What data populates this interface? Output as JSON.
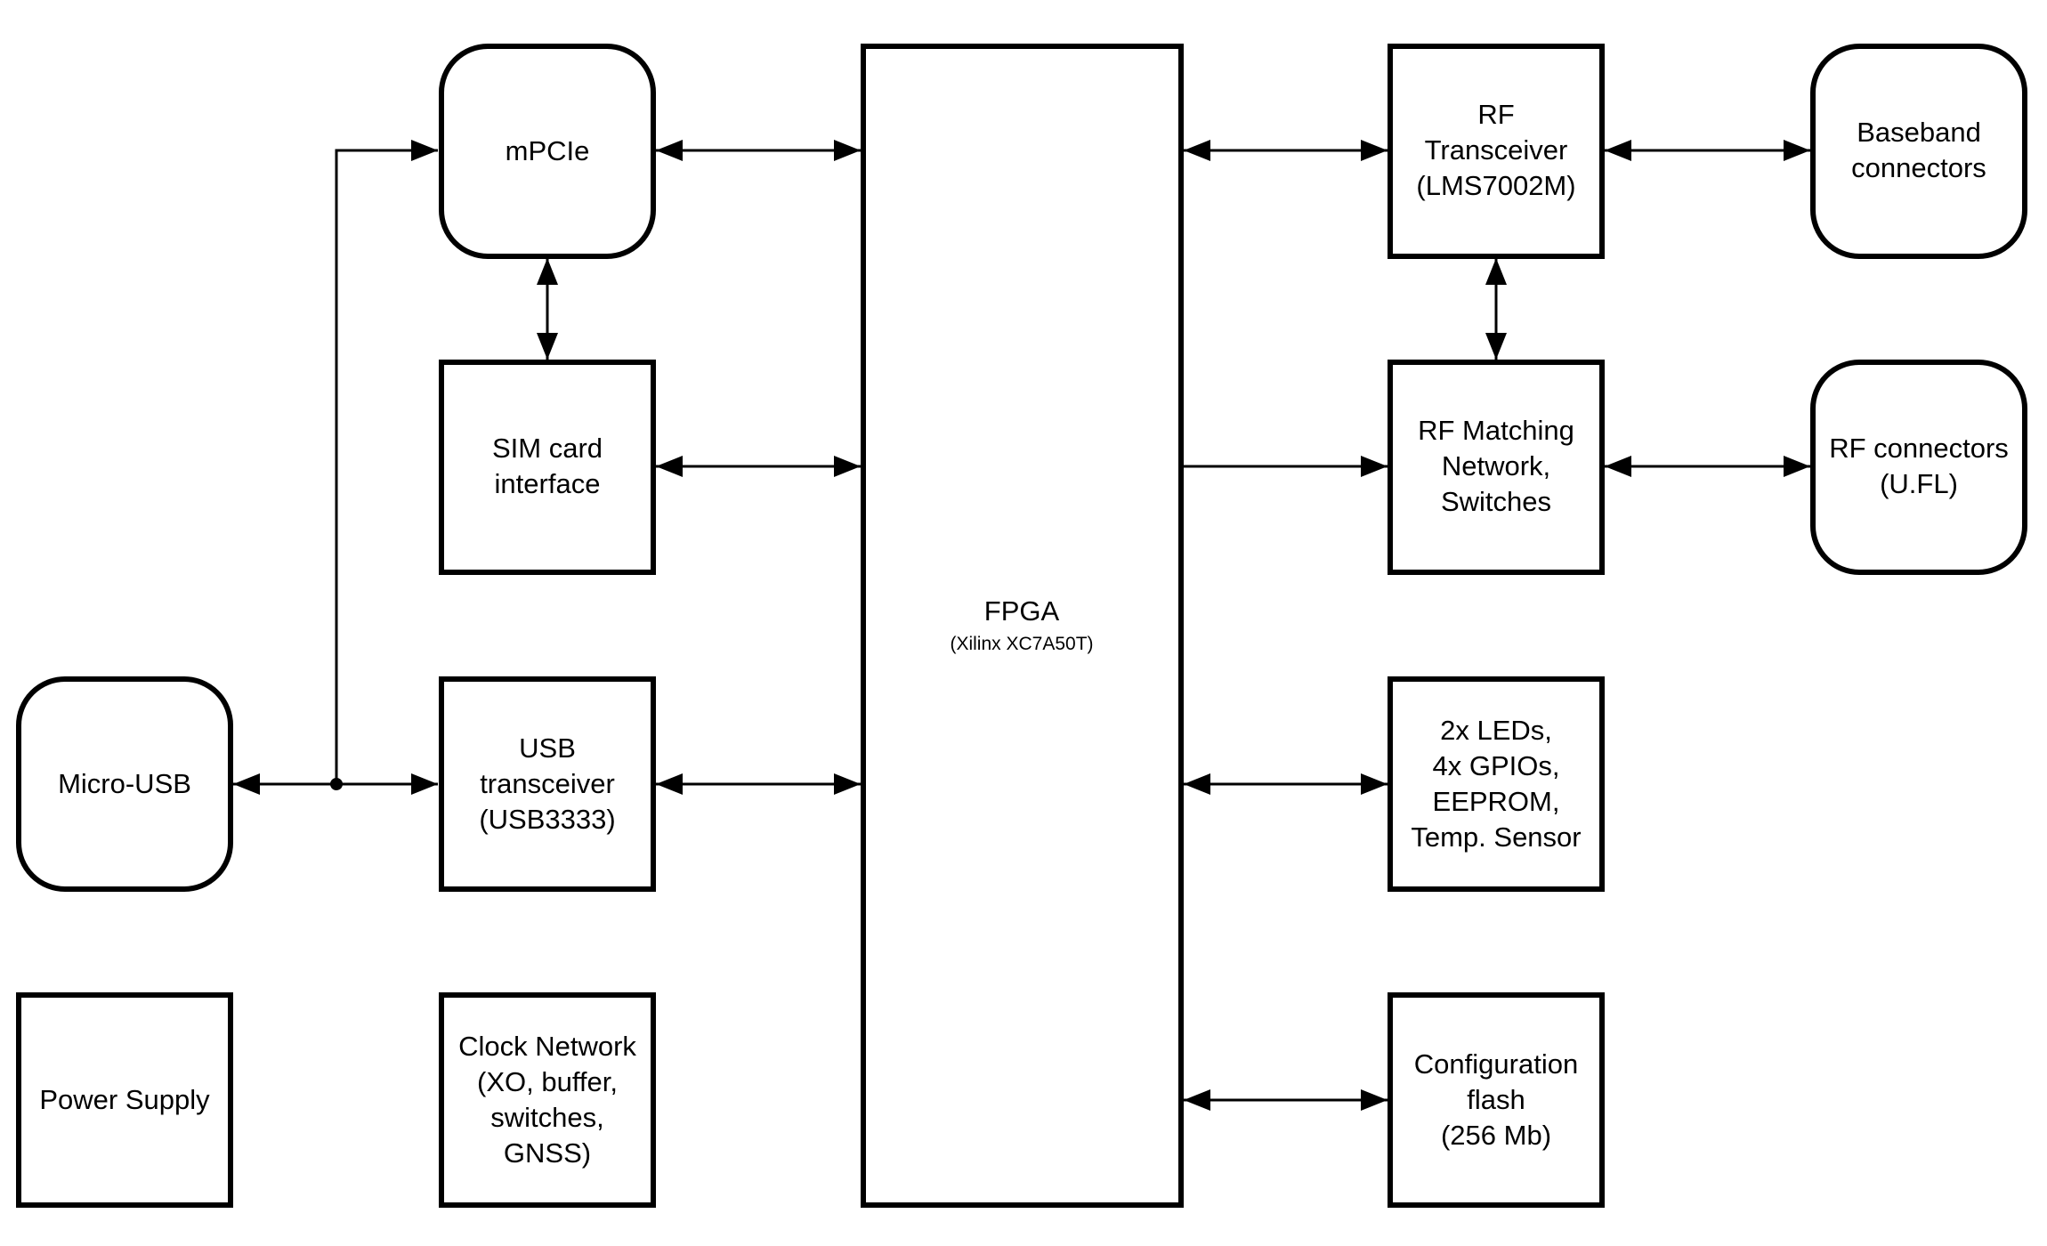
{
  "diagram": {
    "type": "hardware-block-diagram",
    "blocks": [
      {
        "id": "mpcie",
        "lines": [
          "mPCIe"
        ],
        "shape": "rounded"
      },
      {
        "id": "sim",
        "lines": [
          "SIM card",
          "interface"
        ],
        "shape": "rect"
      },
      {
        "id": "usb_xcvr",
        "lines": [
          "USB",
          "transceiver",
          "(USB3333)"
        ],
        "shape": "rect"
      },
      {
        "id": "clock",
        "lines": [
          "Clock Network",
          "(XO, buffer,",
          "switches,",
          "GNSS)"
        ],
        "shape": "rect"
      },
      {
        "id": "micro_usb",
        "lines": [
          "Micro-USB"
        ],
        "shape": "rounded"
      },
      {
        "id": "power",
        "lines": [
          "Power Supply"
        ],
        "shape": "rect"
      },
      {
        "id": "fpga",
        "lines": [
          "FPGA"
        ],
        "subtitle": "(Xilinx XC7A50T)",
        "shape": "rect"
      },
      {
        "id": "rf_xcvr",
        "lines": [
          "RF",
          "Transceiver",
          "(LMS7002M)"
        ],
        "shape": "rect"
      },
      {
        "id": "rf_match",
        "lines": [
          "RF Matching",
          "Network,",
          "Switches"
        ],
        "shape": "rect"
      },
      {
        "id": "misc_io",
        "lines": [
          "2x LEDs,",
          "4x GPIOs,",
          "EEPROM,",
          "Temp. Sensor"
        ],
        "shape": "rect"
      },
      {
        "id": "config_flash",
        "lines": [
          "Configuration",
          "flash",
          "(256 Mb)"
        ],
        "shape": "rect"
      },
      {
        "id": "baseband",
        "lines": [
          "Baseband",
          "connectors"
        ],
        "shape": "rounded"
      },
      {
        "id": "rf_conn",
        "lines": [
          "RF connectors",
          "(U.FL)"
        ],
        "shape": "rounded"
      }
    ],
    "connections": [
      {
        "from": "mpcie",
        "to": "fpga",
        "direction": "bidirectional"
      },
      {
        "from": "sim",
        "to": "fpga",
        "direction": "bidirectional"
      },
      {
        "from": "usb_xcvr",
        "to": "fpga",
        "direction": "bidirectional"
      },
      {
        "from": "mpcie",
        "to": "sim",
        "direction": "bidirectional"
      },
      {
        "from": "micro_usb",
        "to": "usb_xcvr",
        "direction": "bidirectional",
        "via": "junction"
      },
      {
        "from": "junction",
        "to": "mpcie",
        "direction": "forward"
      },
      {
        "from": "fpga",
        "to": "rf_xcvr",
        "direction": "bidirectional"
      },
      {
        "from": "fpga",
        "to": "rf_match",
        "direction": "forward"
      },
      {
        "from": "rf_xcvr",
        "to": "rf_match",
        "direction": "bidirectional"
      },
      {
        "from": "fpga",
        "to": "misc_io",
        "direction": "bidirectional"
      },
      {
        "from": "fpga",
        "to": "config_flash",
        "direction": "bidirectional"
      },
      {
        "from": "rf_xcvr",
        "to": "baseband",
        "direction": "bidirectional"
      },
      {
        "from": "rf_match",
        "to": "rf_conn",
        "direction": "bidirectional"
      }
    ]
  }
}
